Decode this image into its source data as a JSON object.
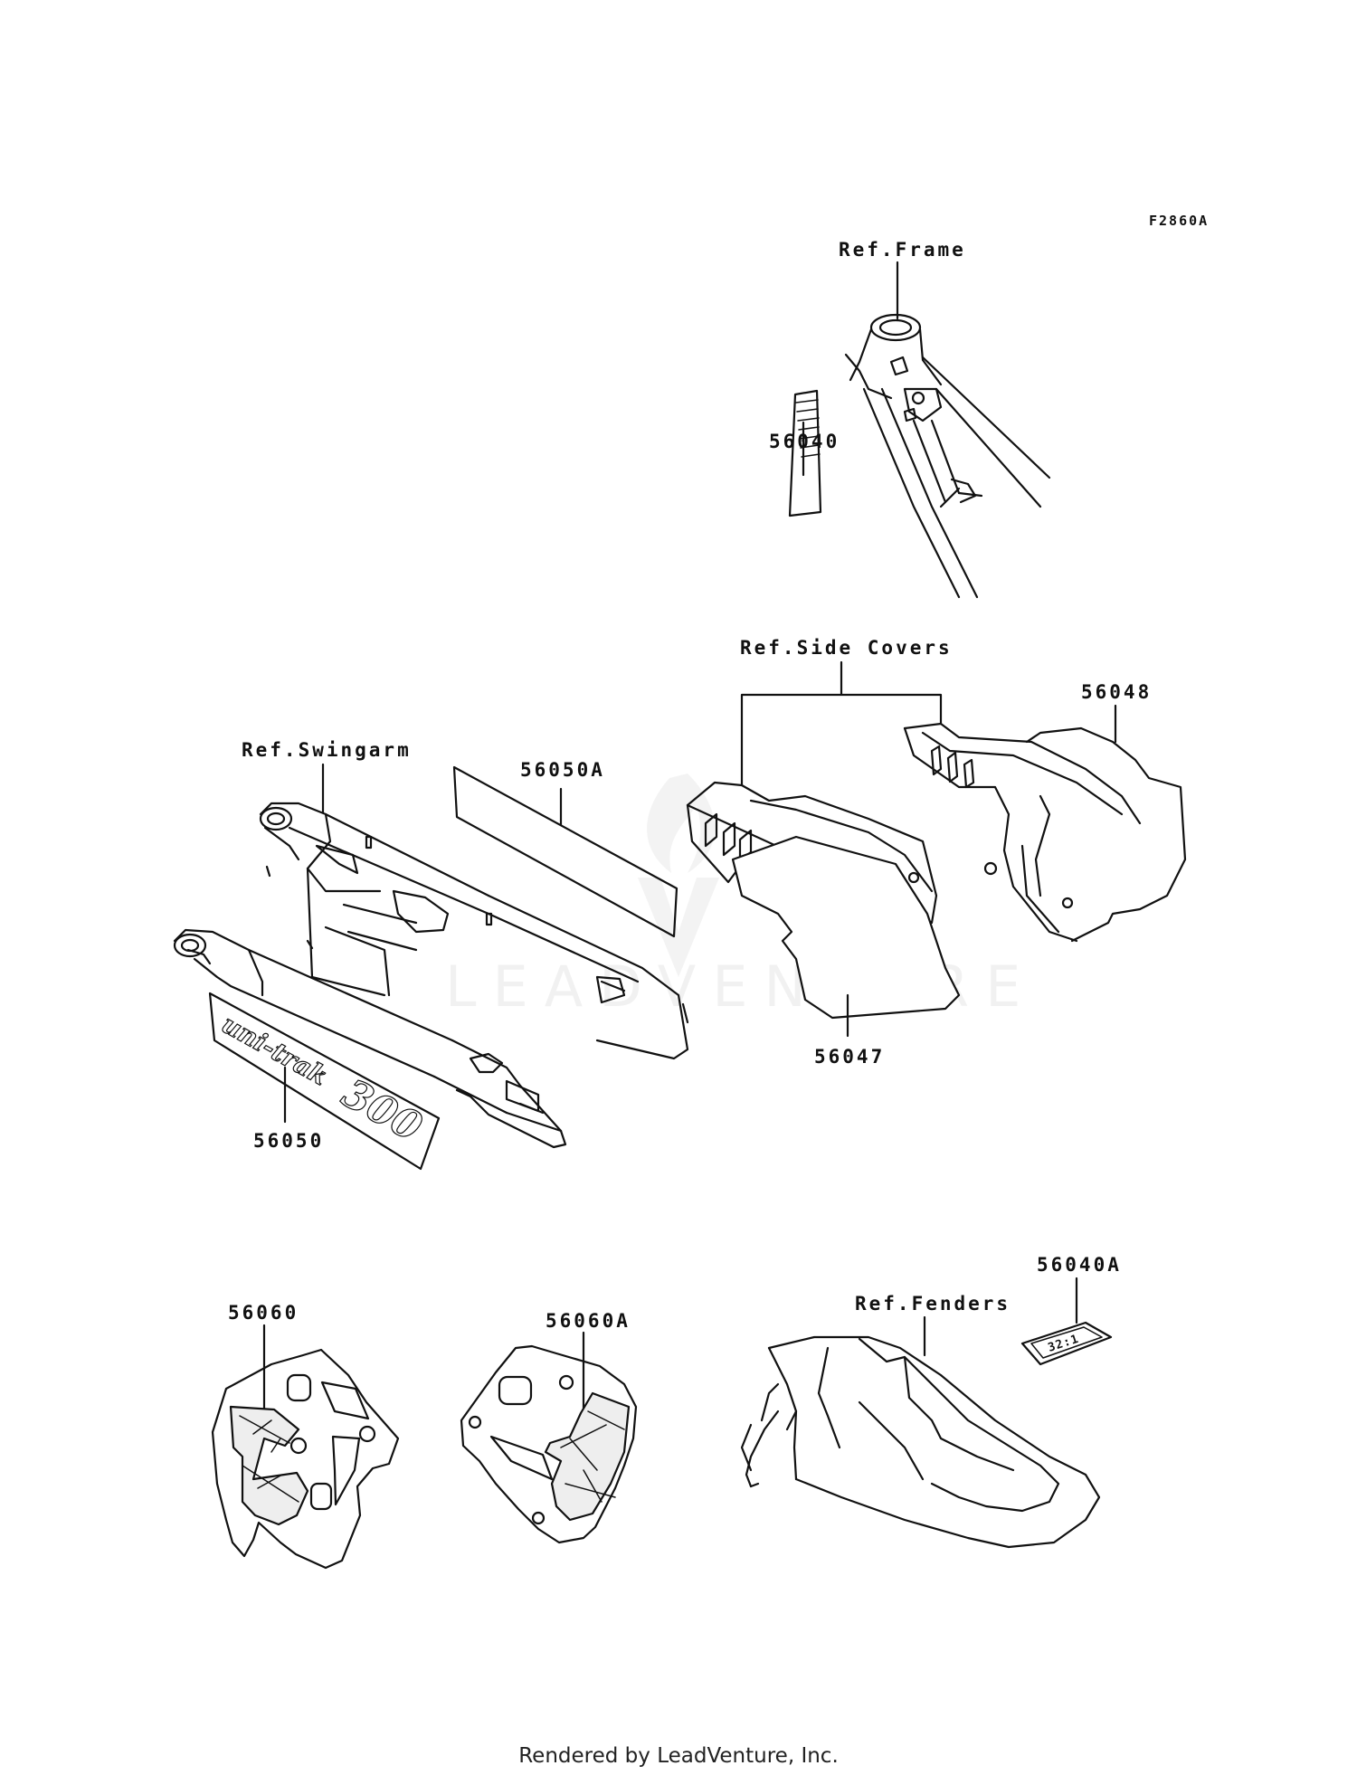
{
  "figure_code": "F2860A",
  "refs": {
    "frame": "Ref.Frame",
    "side_covers": "Ref.Side Covers",
    "swingarm": "Ref.Swingarm",
    "fenders": "Ref.Fenders"
  },
  "parts": {
    "p56040": "56040",
    "p56048": "56048",
    "p56050a": "56050A",
    "p56047": "56047",
    "p56050": "56050",
    "p56060": "56060",
    "p56060a": "56060A",
    "p56040a": "56040A"
  },
  "decals": {
    "swingarm_text": "uni-trak",
    "swingarm_number": "300",
    "fender_label": "32:1"
  },
  "watermark": "LEADVENTURE",
  "footer": "Rendered by LeadVenture, Inc."
}
